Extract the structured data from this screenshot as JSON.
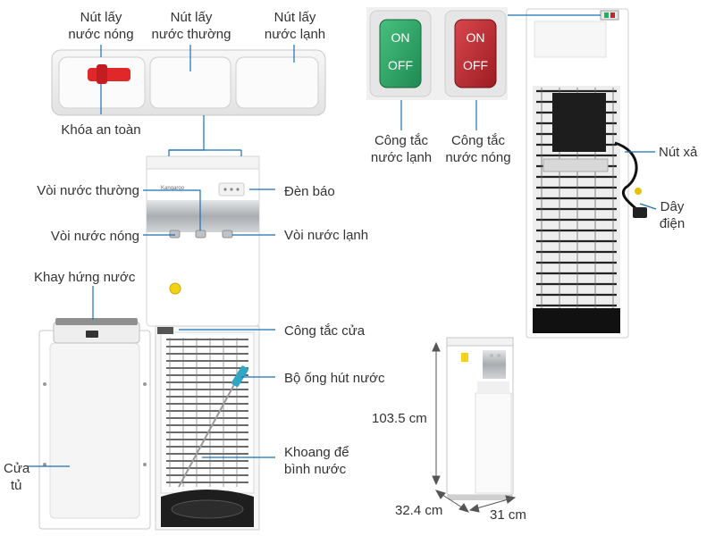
{
  "labels": {
    "hot_button": [
      "Nút lấy",
      "nước nóng"
    ],
    "normal_button": [
      "Nút lấy",
      "nước thường"
    ],
    "cold_button": [
      "Nút lấy",
      "nước lạnh"
    ],
    "safety_lock": "Khóa an toàn",
    "normal_tap": "Vòi nước thường",
    "indicator_light": "Đèn báo",
    "hot_tap": "Vòi nước nóng",
    "cold_tap": "Vòi nước lạnh",
    "drip_tray": "Khay hứng nước",
    "door_switch": "Công tắc cửa",
    "suction_tube": "Bộ ống hút nước",
    "bottle_compartment": [
      "Khoang để",
      "bình nước"
    ],
    "cabinet_door": [
      "Cửa",
      "tủ"
    ],
    "cold_switch": [
      "Công tắc",
      "nước lạnh"
    ],
    "hot_switch": [
      "Công tắc",
      "nước nóng"
    ],
    "drain_button": "Nút xả",
    "power_cord": [
      "Dây",
      "điện"
    ]
  },
  "switches": {
    "cold": {
      "on": "ON",
      "off": "OFF",
      "color": "#2ea866"
    },
    "hot": {
      "on": "ON",
      "off": "OFF",
      "color": "#c0272d"
    }
  },
  "dimensions": {
    "height": "103.5 cm",
    "depth": "32.4 cm",
    "width": "31 cm"
  },
  "brand": "Kangaroo",
  "colors": {
    "leader_line": "#1b6fb5",
    "dim_line": "#555555",
    "label_text": "#333333",
    "safety_lock": "#e0282a",
    "tube": "#2fa7c4"
  }
}
